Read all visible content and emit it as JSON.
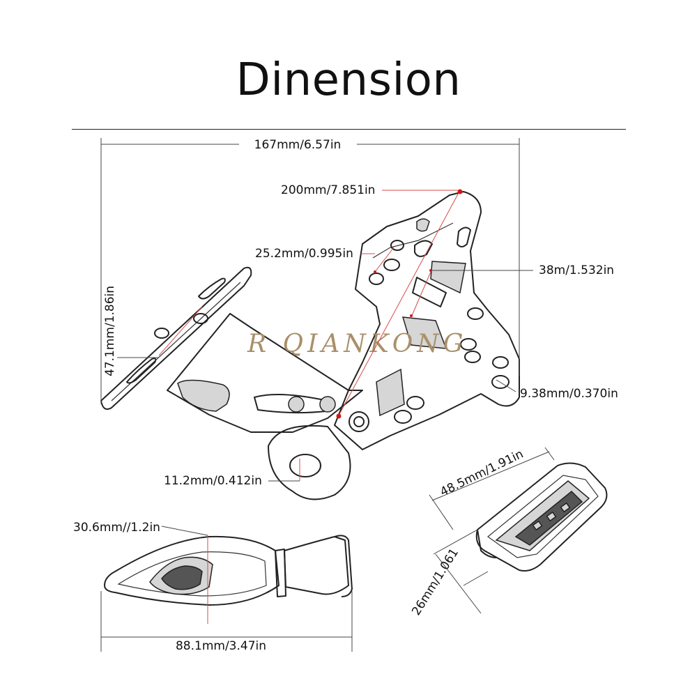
{
  "title": "Dinension",
  "watermark": "R QIANKONG",
  "dimensions": {
    "overall_width": "167mm/6.57in",
    "length_diagonal": "200mm/7.851in",
    "slot_width": "25.2mm/0.995in",
    "bracket_width": "38m/1.532in",
    "height": "47.1mm/1.86in",
    "hole_small": "9.38mm/0.370in",
    "clamp_hole": "11.2mm/0.412in",
    "light_width": "48.5mm/1.91in",
    "light_depth": "26mm/1.061",
    "signal_height": "30.6mm//1.2in",
    "signal_length": "88.1mm/3.47in"
  },
  "colors": {
    "dimension_marker": "#d01818",
    "watermark": "#a8906a"
  }
}
